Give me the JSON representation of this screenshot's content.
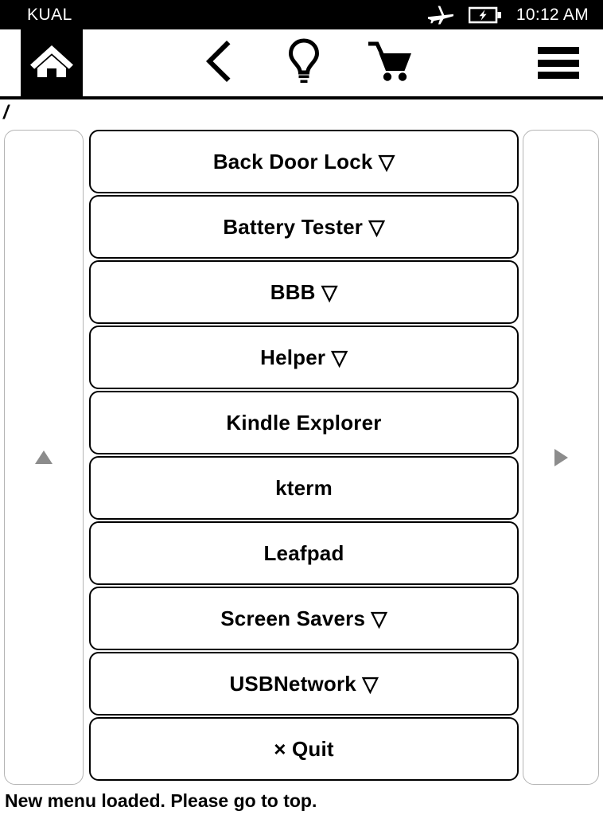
{
  "status_bar": {
    "title": "KUAL",
    "clock": "10:12 AM",
    "airplane_icon": "airplane-mode-icon",
    "battery_icon": "battery-charging-icon"
  },
  "toolbar": {
    "home_icon": "home-icon",
    "back_icon": "back-chevron-icon",
    "lightbulb_icon": "lightbulb-icon",
    "cart_icon": "shopping-cart-icon",
    "menu_icon": "hamburger-menu-icon"
  },
  "breadcrumb": {
    "path": "/"
  },
  "side_panels": {
    "left_icon": "scroll-up-triangle-icon",
    "right_icon": "next-page-triangle-icon"
  },
  "menu": {
    "items": [
      {
        "label": "Back Door Lock ▽",
        "name": "back-door-lock",
        "has_submenu": true
      },
      {
        "label": "Battery Tester ▽",
        "name": "battery-tester",
        "has_submenu": true
      },
      {
        "label": "BBB ▽",
        "name": "bbb",
        "has_submenu": true
      },
      {
        "label": "Helper ▽",
        "name": "helper",
        "has_submenu": true
      },
      {
        "label": "Kindle Explorer",
        "name": "kindle-explorer",
        "has_submenu": false
      },
      {
        "label": "kterm",
        "name": "kterm",
        "has_submenu": false
      },
      {
        "label": "Leafpad",
        "name": "leafpad",
        "has_submenu": false
      },
      {
        "label": "Screen Savers ▽",
        "name": "screen-savers",
        "has_submenu": true
      },
      {
        "label": "USBNetwork ▽",
        "name": "usbnetwork",
        "has_submenu": true
      },
      {
        "label": "× Quit",
        "name": "quit",
        "has_submenu": false
      }
    ]
  },
  "status_message": {
    "text": "New menu loaded. Please go to top."
  },
  "colors": {
    "background": "#ffffff",
    "foreground": "#000000",
    "status_bar_bg": "#000000",
    "status_bar_fg": "#ffffff",
    "panel_border": "#b4b4b4",
    "arrow_gray": "#8c8c8c"
  }
}
